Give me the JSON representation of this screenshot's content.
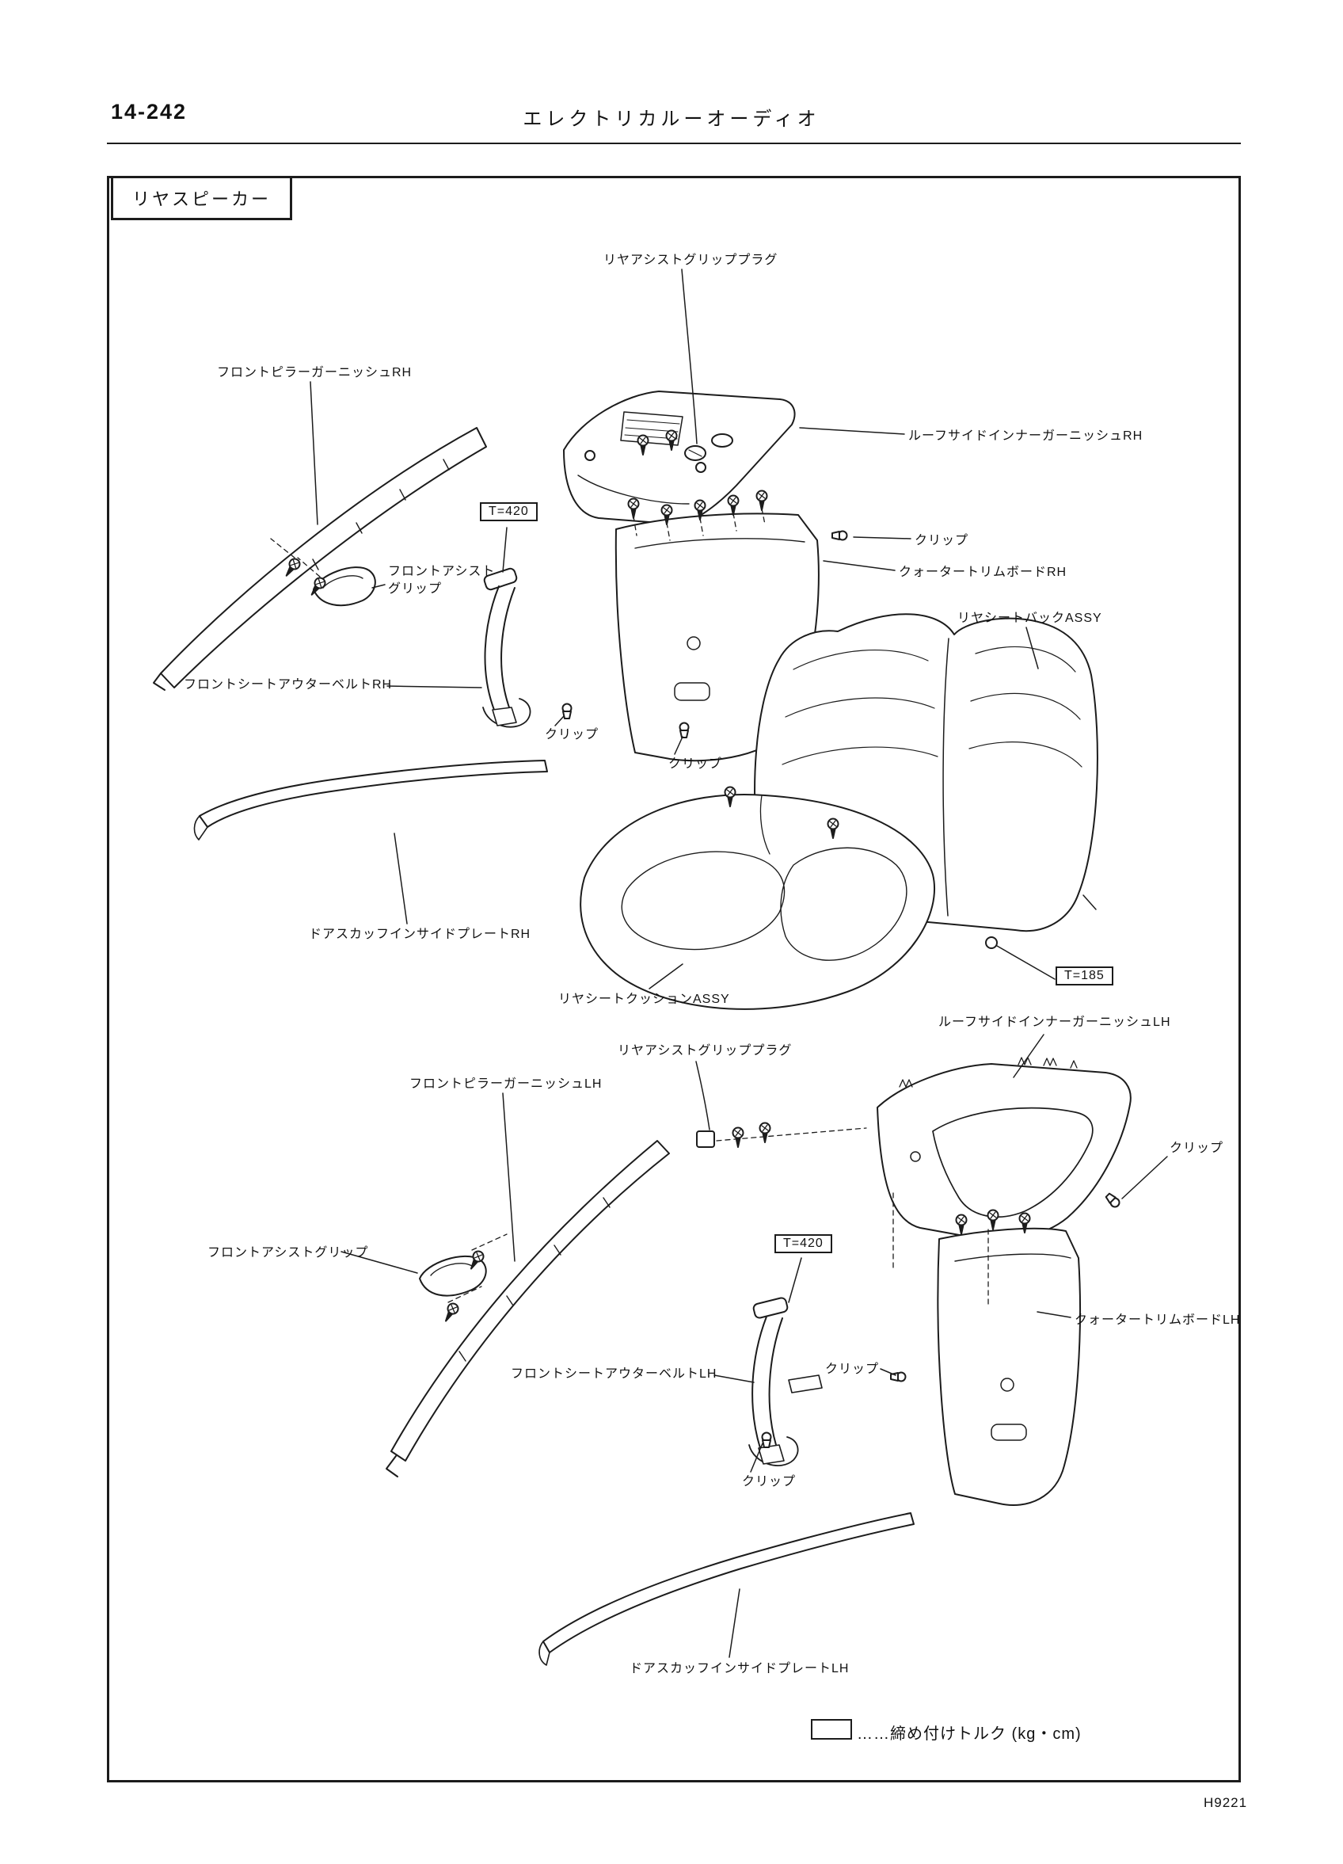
{
  "page": {
    "number": "14-242",
    "header_title": "エレクトリカルーオーディオ",
    "figure_code": "H9221"
  },
  "colors": {
    "ink": "#1c1c1c",
    "paper": "#ffffff"
  },
  "diagram": {
    "title": "リヤスピーカー",
    "legend_text": "……締め付けトルク (kg・cm)",
    "torque_boxes": [
      {
        "text": "T=420"
      },
      {
        "text": "T=185"
      },
      {
        "text": "T=420"
      }
    ],
    "labels": [
      {
        "text": "リヤアシストグリッププラグ"
      },
      {
        "text": "フロントピラーガーニッシュRH"
      },
      {
        "text": "ルーフサイドインナーガーニッシュRH"
      },
      {
        "text": "クリップ"
      },
      {
        "text": "クォータートリムボードRH"
      },
      {
        "text": "リヤシートバックASSY"
      },
      {
        "text": "フロントアシスト\nグリップ"
      },
      {
        "text": "フロントシートアウターベルトRH"
      },
      {
        "text": "クリップ"
      },
      {
        "text": "クリップ"
      },
      {
        "text": "ドアスカッフインサイドプレートRH"
      },
      {
        "text": "リヤシートクッションASSY"
      },
      {
        "text": "ルーフサイドインナーガーニッシュLH"
      },
      {
        "text": "リヤアシストグリッププラグ"
      },
      {
        "text": "フロントピラーガーニッシュLH"
      },
      {
        "text": "クリップ"
      },
      {
        "text": "フロントアシストグリップ"
      },
      {
        "text": "クォータートリムボードLH"
      },
      {
        "text": "フロントシートアウターベルトLH"
      },
      {
        "text": "クリップ"
      },
      {
        "text": "クリップ"
      },
      {
        "text": "ドアスカッフインサイドプレートLH"
      }
    ]
  }
}
